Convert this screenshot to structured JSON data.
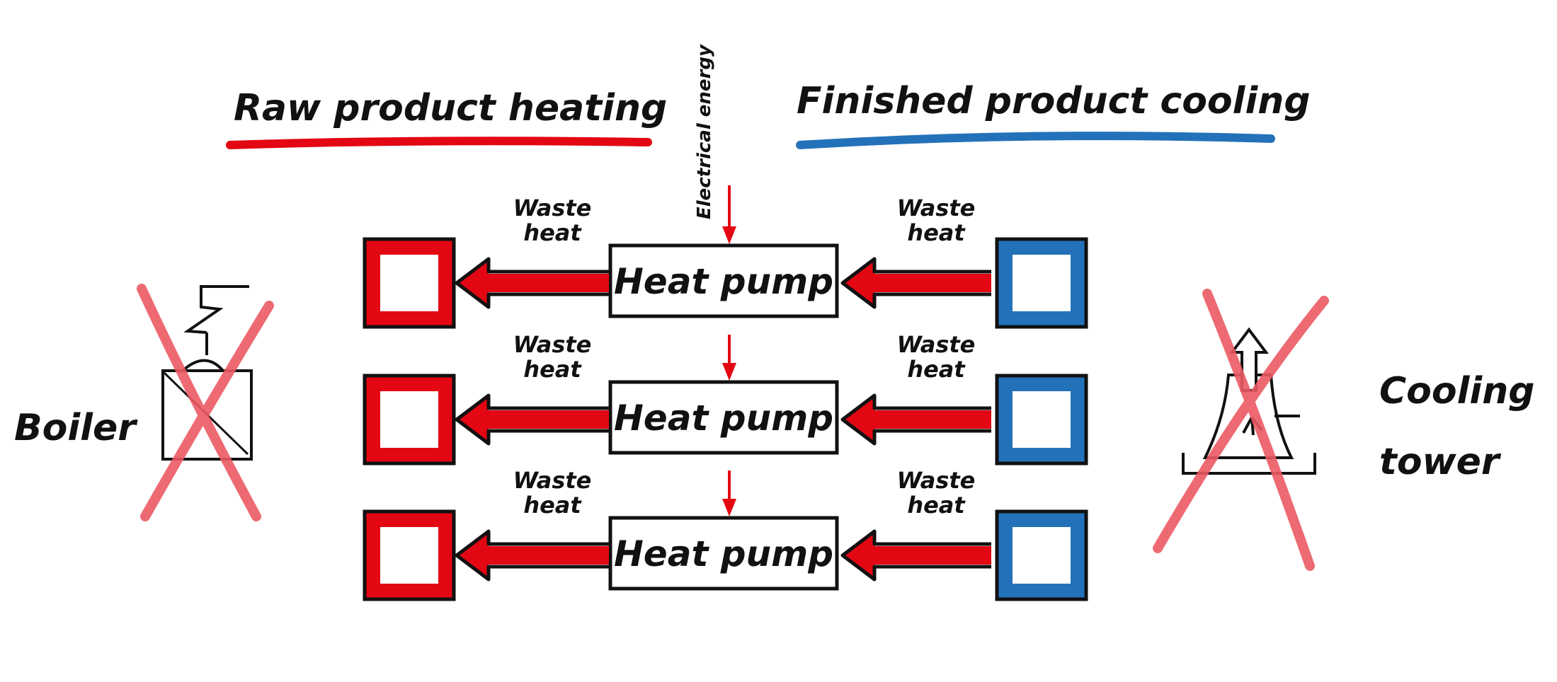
{
  "headings": {
    "left": "Raw product heating",
    "right": "Finished product cooling",
    "left_color": "#e30613",
    "right_color": "#2372b9"
  },
  "electrical_label": "Electrical energy",
  "colors": {
    "heat": "#e30613",
    "cool": "#2372b9",
    "cross": "#ec5a64",
    "ink": "#111111"
  },
  "rows": [
    {
      "heat_pump_label": "Heat pump",
      "left_arrow_label": [
        "Waste",
        "heat"
      ],
      "right_arrow_label": [
        "Waste",
        "heat"
      ]
    },
    {
      "heat_pump_label": "Heat pump",
      "left_arrow_label": [
        "Waste",
        "heat"
      ],
      "right_arrow_label": [
        "Waste",
        "heat"
      ]
    },
    {
      "heat_pump_label": "Heat pump",
      "left_arrow_label": [
        "Waste",
        "heat"
      ],
      "right_arrow_label": [
        "Waste",
        "heat"
      ]
    }
  ],
  "left_unit": {
    "label": "Boiler",
    "crossed_out": true
  },
  "right_unit": {
    "label": [
      "Cooling",
      "tower"
    ],
    "crossed_out": true
  }
}
